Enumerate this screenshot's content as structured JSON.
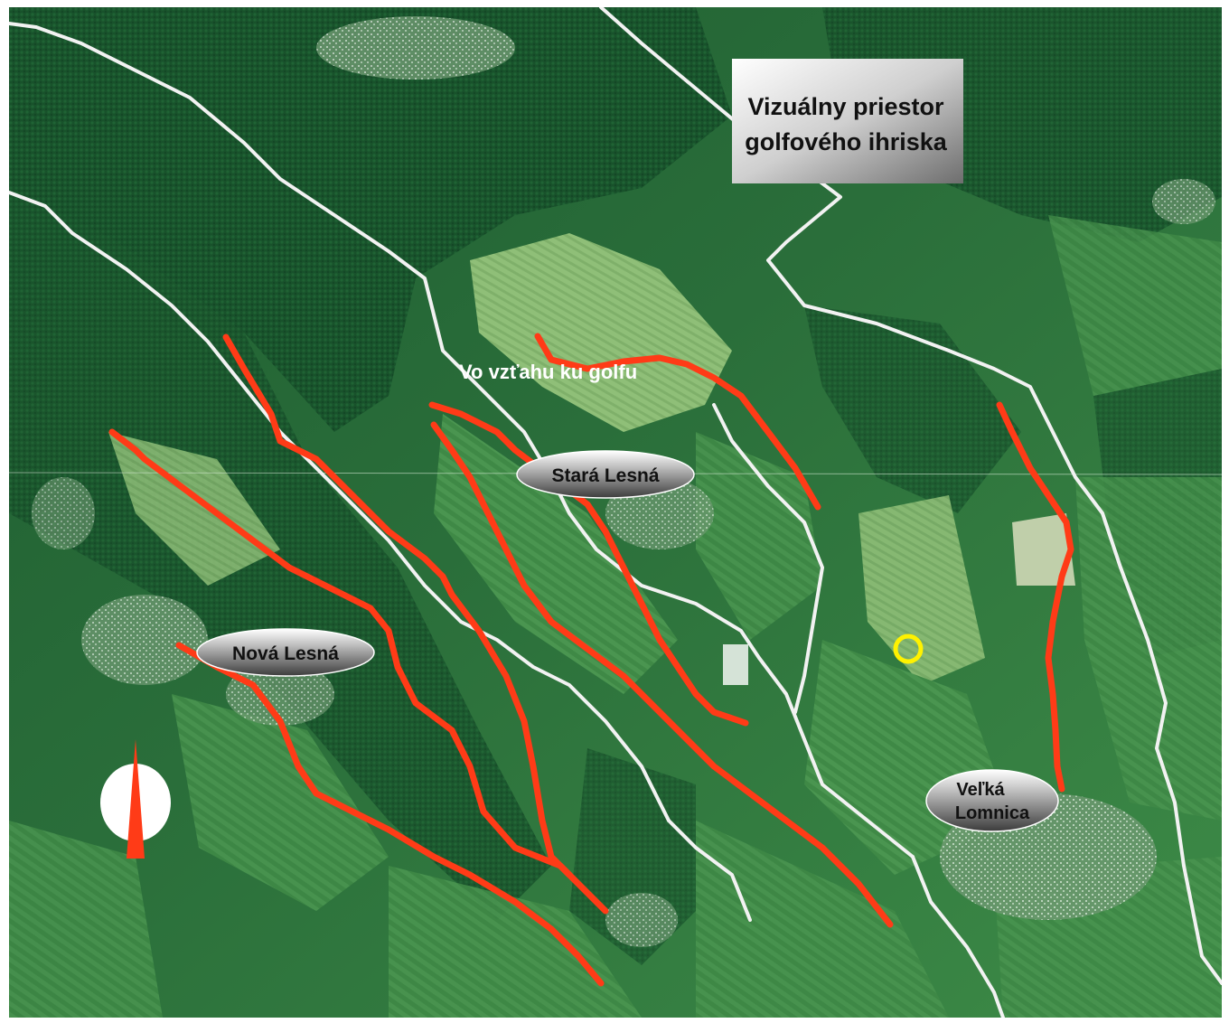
{
  "map": {
    "title_lines": [
      "Vizuálny priestor",
      "golfového ihriska"
    ],
    "annotation": "Vo vzťahu ku golfu",
    "places": {
      "stara_lesna": "Stará Lesná",
      "nova_lesna": "Nová Lesná",
      "velka_lomnica_lines": [
        "Veľká",
        "Lomnica"
      ]
    },
    "north_arrow_icon": "north-arrow-icon",
    "marker_icon": "yellow-circle-marker-icon",
    "colors": {
      "ridge_lines": "#ff3b17",
      "boundary_lines": "#f2f2f2",
      "marker": "#fff200",
      "label_fill_dark": "#3f3f3f",
      "label_fill_light": "#ffffff",
      "forest": "#1a5a2f",
      "fields": "#3e8a45"
    }
  }
}
